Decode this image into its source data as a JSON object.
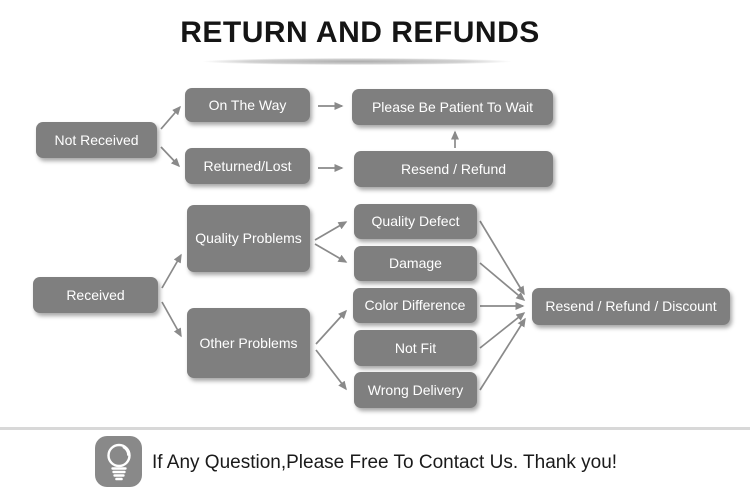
{
  "title": "RETURN AND REFUNDS",
  "flow": {
    "not_received": "Not Received",
    "on_the_way": "On The Way",
    "returned_lost": "Returned/Lost",
    "please_wait": "Please Be Patient To Wait",
    "resend_refund": "Resend / Refund",
    "received": "Received",
    "quality_problems": "Quality Problems",
    "other_problems": "Other Problems",
    "quality_defect": "Quality Defect",
    "damage": "Damage",
    "color_difference": "Color Difference",
    "not_fit": "Not Fit",
    "wrong_delivery": "Wrong Delivery",
    "resend_refund_discount": "Resend / Refund / Discount"
  },
  "footer": {
    "icon": "lightbulb-icon",
    "message": "If Any Question,Please Free To Contact Us. Thank you!"
  },
  "colors": {
    "node_fill": "#7f7f7f",
    "node_text": "#ffffff",
    "arrow": "#8a8a8a",
    "title_text": "#151515",
    "divider": "#d8d8d8",
    "icon_fill": "#898989"
  }
}
